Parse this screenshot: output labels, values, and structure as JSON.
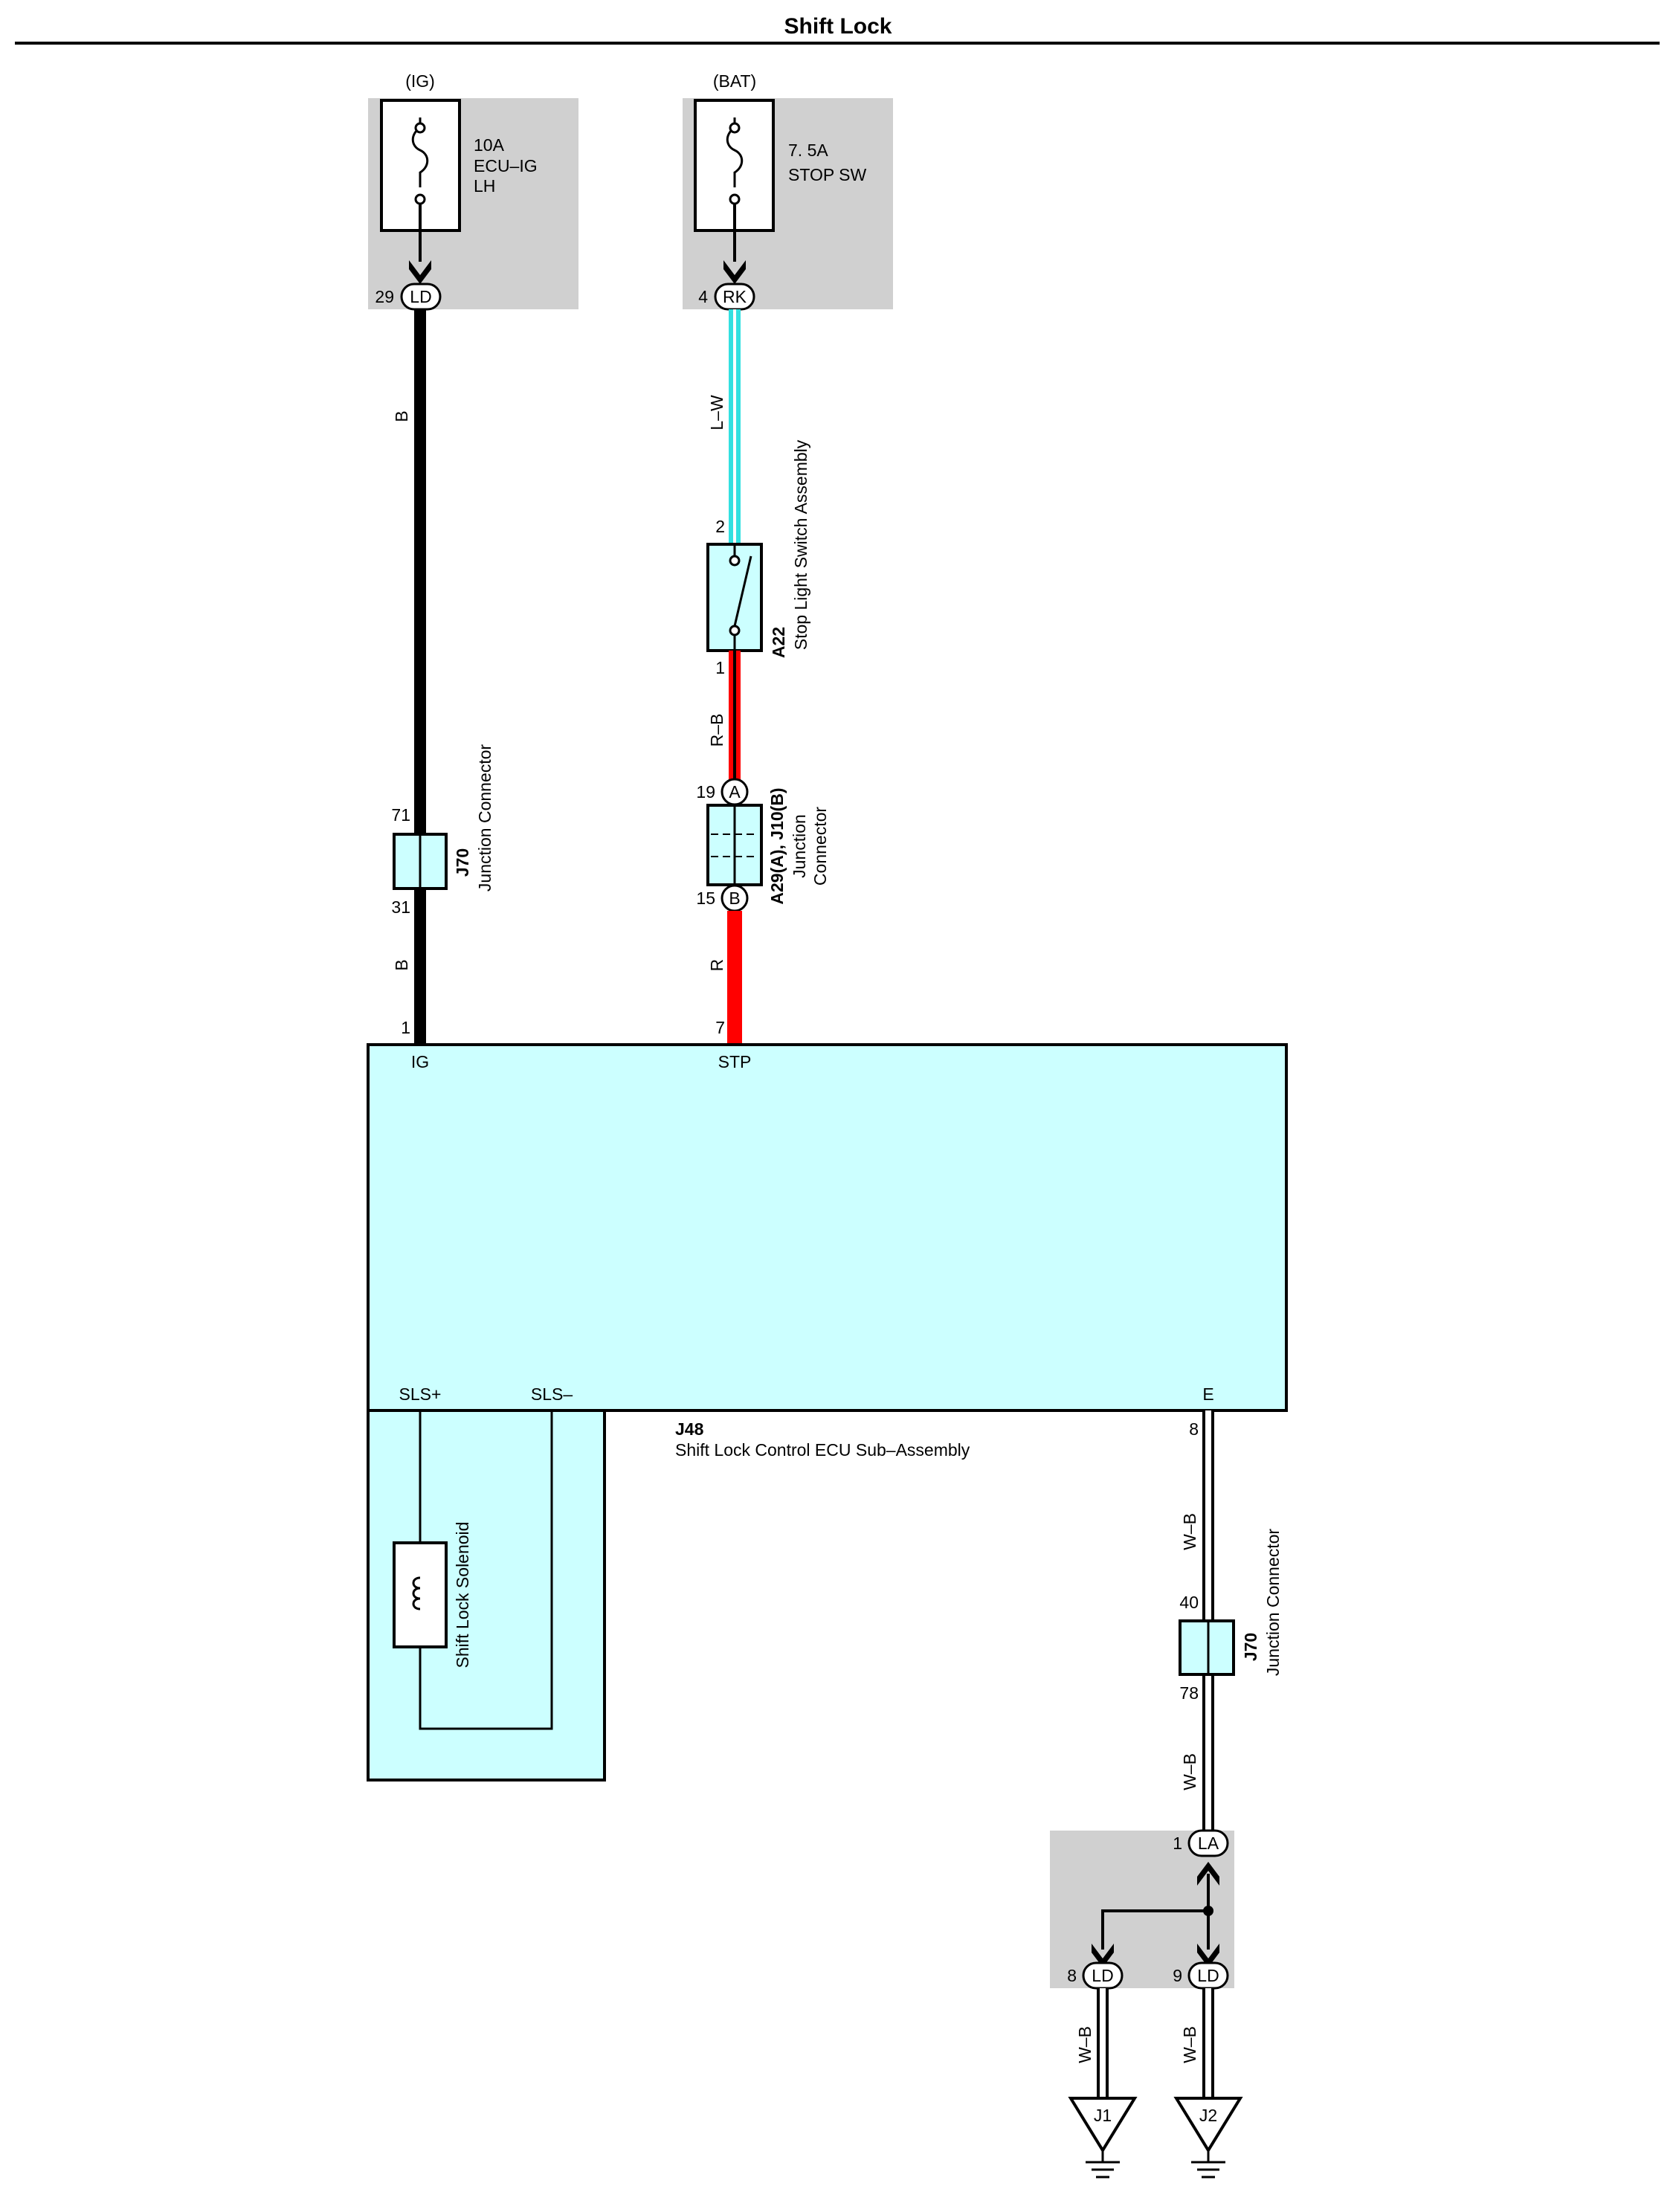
{
  "title": "Shift Lock",
  "colors": {
    "bg_gray": "#d0d0d0",
    "ecu_fill": "#ccffff",
    "wire_black": "#000000",
    "wire_red": "#ff0000",
    "wire_cyan": "#33e0e0",
    "wire_white_fill": "#ffffff"
  },
  "fuse_ig": {
    "source": "(IG)",
    "rating": "10A",
    "name_1": "ECU–IG",
    "name_2": "LH",
    "pin": "29",
    "connector": "LD"
  },
  "fuse_bat": {
    "source": "(BAT)",
    "rating": "7. 5A",
    "name": "STOP SW",
    "pin": "4",
    "connector": "RK"
  },
  "wires": {
    "ig_upper": "B",
    "ig_lower": "B",
    "stop_upper": "L–W",
    "stop_mid": "R–B",
    "stop_lower": "R",
    "e_upper": "W–B",
    "e_lower": "W–B",
    "gnd_j1": "W–B",
    "gnd_j2": "W–B"
  },
  "stop_switch": {
    "code": "A22",
    "name": "Stop Light Switch Assembly",
    "pin_top": "2",
    "pin_bottom": "1"
  },
  "jc_a29": {
    "code": "A29(A), J10(B)",
    "name_1": "Junction",
    "name_2": "Connector",
    "pin_top": "19",
    "conn_top": "A",
    "pin_bottom": "15",
    "conn_bottom": "B"
  },
  "jc_j70_top": {
    "code": "J70",
    "name": "Junction Connector",
    "pin_top": "71",
    "pin_bottom": "31"
  },
  "jc_j70_bottom": {
    "code": "J70",
    "name": "Junction Connector",
    "pin_top": "40",
    "pin_bottom": "78"
  },
  "ecu": {
    "code": "J48",
    "name": "Shift Lock Control ECU Sub–Assembly",
    "pin_ig": "1",
    "term_ig": "IG",
    "pin_stp": "7",
    "term_stp": "STP",
    "term_sls_plus": "SLS+",
    "term_sls_minus": "SLS–",
    "term_e": "E",
    "pin_e": "8"
  },
  "solenoid": {
    "name": "Shift Lock Solenoid"
  },
  "ground_block": {
    "pin_la": "1",
    "conn_la": "LA",
    "pin_ld_left": "8",
    "conn_ld_left": "LD",
    "pin_ld_right": "9",
    "conn_ld_right": "LD"
  },
  "grounds": {
    "left": "J1",
    "right": "J2"
  }
}
